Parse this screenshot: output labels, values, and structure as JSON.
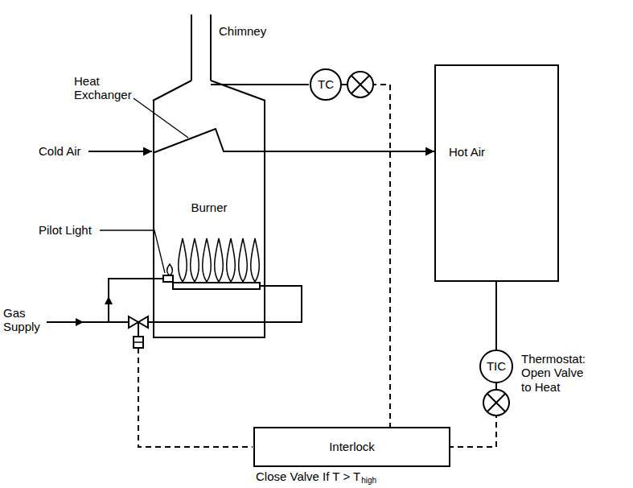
{
  "diagram": {
    "nodes": [
      {
        "text": [
          "Burner"
        ]
      },
      {
        "text": [
          "TC"
        ]
      },
      {
        "text": [
          "Hot Air"
        ]
      },
      {
        "text": [
          "TIC"
        ]
      },
      {
        "text": [
          "Interlock"
        ]
      }
    ],
    "edges": [
      {
        "from": 0,
        "to": 2,
        "arrow": "to"
      },
      {
        "from": 1,
        "to": 4,
        "arrow": "none"
      },
      {
        "from": 2,
        "to": 3,
        "arrow": "none"
      },
      {
        "from": 3,
        "to": 4,
        "arrow": "none"
      }
    ],
    "labels": [
      "Chimney",
      "Heat Exchanger",
      "Cold Air",
      "Pilot Light",
      "Gas Supply",
      "Thermostat: Open Valve to Heat",
      "Close Valve If T > T",
      "high"
    ]
  }
}
